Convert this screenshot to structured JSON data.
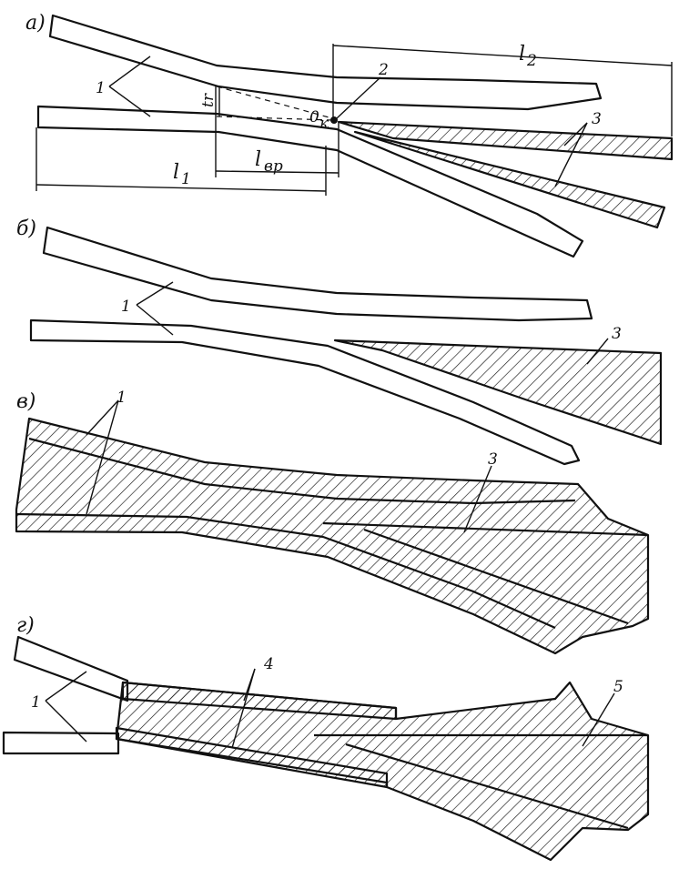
{
  "panels": {
    "a": "а)",
    "b": "б)",
    "v": "в)",
    "g": "г)"
  },
  "labels": {
    "n1": "1",
    "n2": "2",
    "n3": "3",
    "n4": "4",
    "n5": "5",
    "l1": "l",
    "l1_sub": "1",
    "l2": "l",
    "l2_sub": "2",
    "lvr": "l",
    "lvr_sub": "вр",
    "ok": "0",
    "ok_sub": "к",
    "tr": "tr"
  }
}
